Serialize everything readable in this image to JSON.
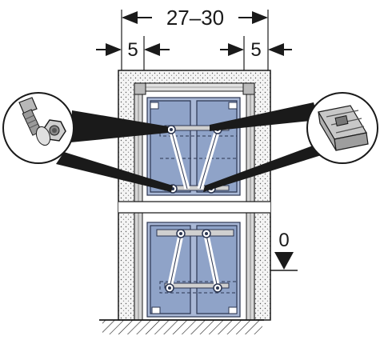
{
  "dimensions": {
    "total": "27–30",
    "left_offset": "5",
    "right_offset": "5",
    "level": "0"
  },
  "colors": {
    "bracket_blue": "#8fa3c8",
    "bracket_edge": "#2b3550",
    "line": "#1a1a1a",
    "plaster_fill": "#f2f2f2",
    "rail_gray": "#c8c8c8"
  },
  "icons": {
    "detail_left": "hex-bolt-nut-icon",
    "detail_right": "c-rail-profile-icon",
    "level_marker": "level-arrow-down-icon",
    "floor": "hatched-floor-icon"
  }
}
